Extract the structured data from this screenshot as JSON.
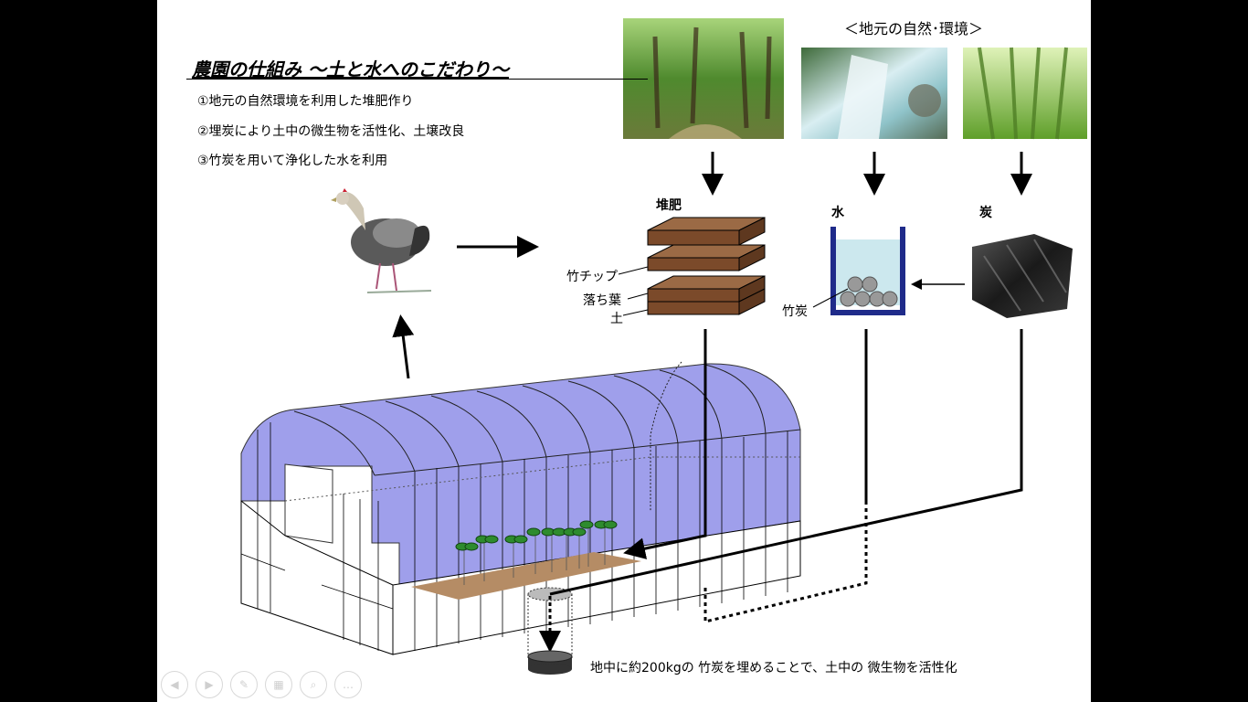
{
  "title": "農園の仕組み ～土と水へのこだわり～",
  "points": [
    "①地元の自然環境を利用した堆肥作り",
    "②埋炭により土中の微生物を活性化、土壌改良",
    "③竹炭を用いて浄化した水を利用"
  ],
  "nature_heading": "＜地元の自然･環境＞",
  "photos": [
    {
      "name": "forest",
      "color": "#4f8a2e"
    },
    {
      "name": "stream",
      "color": "#8fc3c9"
    },
    {
      "name": "bamboo",
      "color": "#7fbf3a"
    }
  ],
  "labels": {
    "compost": "堆肥",
    "water": "水",
    "charcoal": "炭",
    "bamboo_chip": "竹チップ",
    "fallen_leaves": "落ち葉",
    "soil": "土",
    "bamboo_charcoal": "竹炭"
  },
  "caption": "地中に約200kgの 竹炭を埋めることで、土中の 微生物を活性化",
  "colors": {
    "greenhouse_film": "#8e8ee8",
    "compost_brown": "#7b4a2a",
    "water_tank": "#1f2b8a",
    "water": "#cce8ee",
    "soil_bed": "#b58c65",
    "plant": "#2e8b2e"
  },
  "nav": [
    {
      "name": "prev-icon",
      "glyph": "◀"
    },
    {
      "name": "next-icon",
      "glyph": "▶"
    },
    {
      "name": "pen-icon",
      "glyph": "✎"
    },
    {
      "name": "slides-icon",
      "glyph": "▦"
    },
    {
      "name": "zoom-icon",
      "glyph": "⌕"
    },
    {
      "name": "more-icon",
      "glyph": "…"
    }
  ]
}
